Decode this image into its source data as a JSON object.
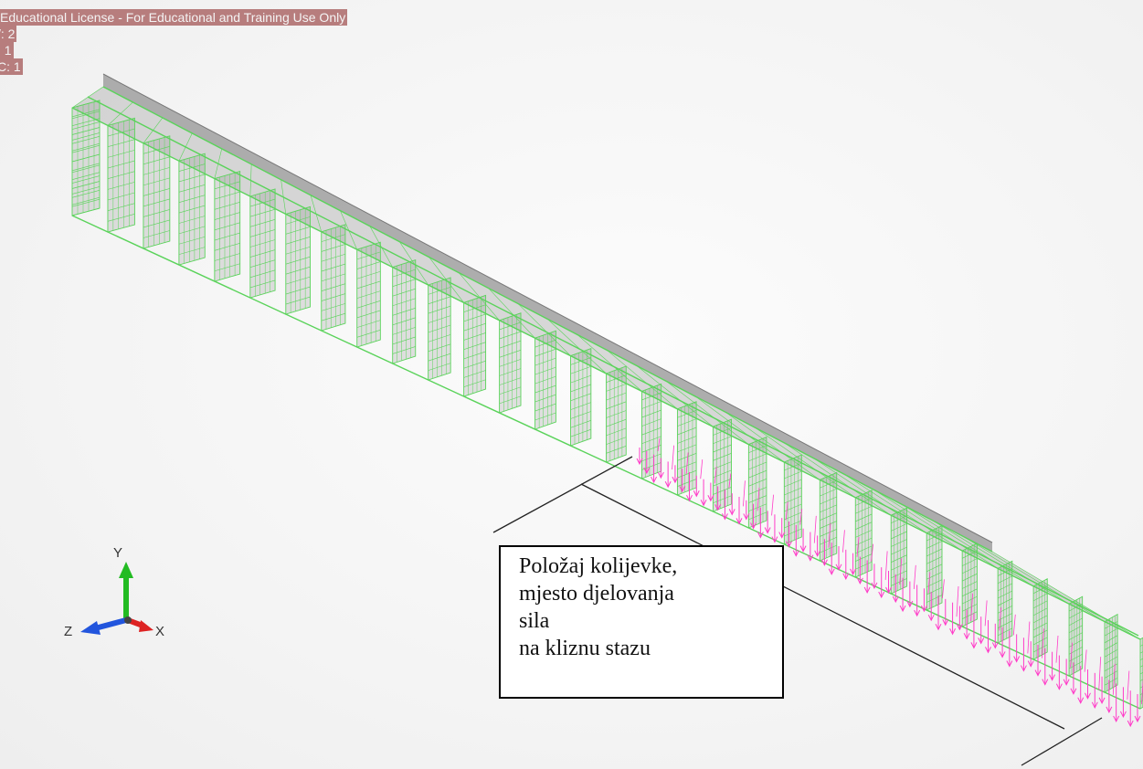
{
  "license_overlay": {
    "title": "Educational License - For Educational and Training Use Only",
    "lines": [
      "/: 2",
      ": 1",
      "C: 1"
    ]
  },
  "callout": {
    "lines": [
      "Položaj kolijevke,",
      "mjesto djelovanja",
      "sila",
      "na kliznu stazu"
    ]
  },
  "triad": {
    "y_label": "Y",
    "z_label": "Z",
    "x_label": "X"
  },
  "colors": {
    "mesh": "#5ad35a",
    "force_arrows": "#ff3cc8",
    "triad_y": "#22bb22",
    "triad_z": "#2255dd",
    "triad_x": "#dd2222",
    "license_bg": "#b77d7d"
  }
}
